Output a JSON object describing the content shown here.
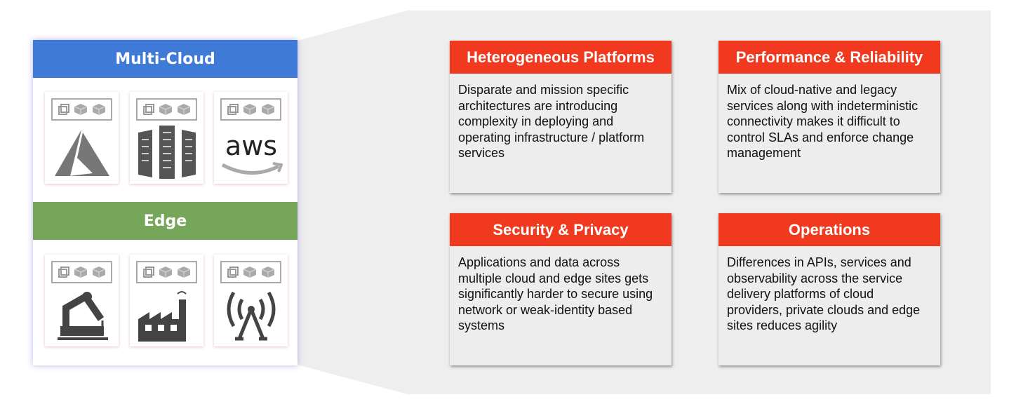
{
  "left_panel": {
    "top_label": "Multi-Cloud",
    "bottom_label": "Edge",
    "top_tiles": [
      "azure-logo",
      "server-rack-icon",
      "aws-logo"
    ],
    "bottom_tiles": [
      "robot-arm-icon",
      "factory-icon",
      "cell-tower-icon"
    ],
    "aws_text": "aws"
  },
  "cards": [
    {
      "title": "Heterogeneous Platforms",
      "body": "Disparate and mission specific architectures are introducing complexity in deploying and operating infrastructure / platform services"
    },
    {
      "title": "Performance & Reliability",
      "body": "Mix of cloud-native and legacy services along with indeterministic connectivity makes it difficult to control SLAs and enforce change management"
    },
    {
      "title": "Security & Privacy",
      "body": "Applications and data across multiple cloud and edge sites gets significantly harder to secure using network or weak-identity based systems"
    },
    {
      "title": "Operations",
      "body": "Differences in APIs, services and observability across the service delivery platforms of cloud providers, private clouds and edge sites reduces agility"
    }
  ],
  "colors": {
    "multicloud": "#3f7bd6",
    "edge": "#76a65a",
    "card_header": "#f0391f",
    "card_body": "#ededed"
  }
}
